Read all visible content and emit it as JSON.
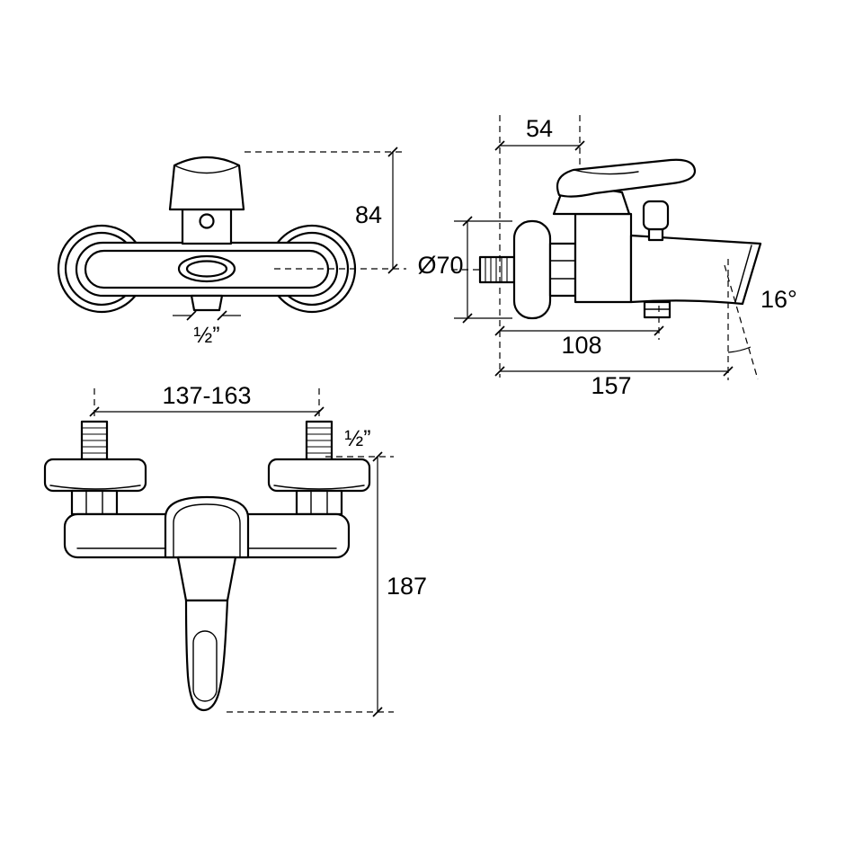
{
  "drawing": {
    "front_view": {
      "height_mm": "84",
      "outlet_thread": "½”"
    },
    "side_view": {
      "depth_mm": "54",
      "flange_diameter": "Ø70",
      "reach_to_diverter_mm": "108",
      "total_reach_mm": "157",
      "spout_angle": "16°"
    },
    "bottom_view": {
      "mounting_centers_mm": "137-163",
      "inlet_thread": "½”",
      "height_mm": "187"
    },
    "colors": {
      "line": "#000000",
      "background": "#ffffff"
    }
  }
}
